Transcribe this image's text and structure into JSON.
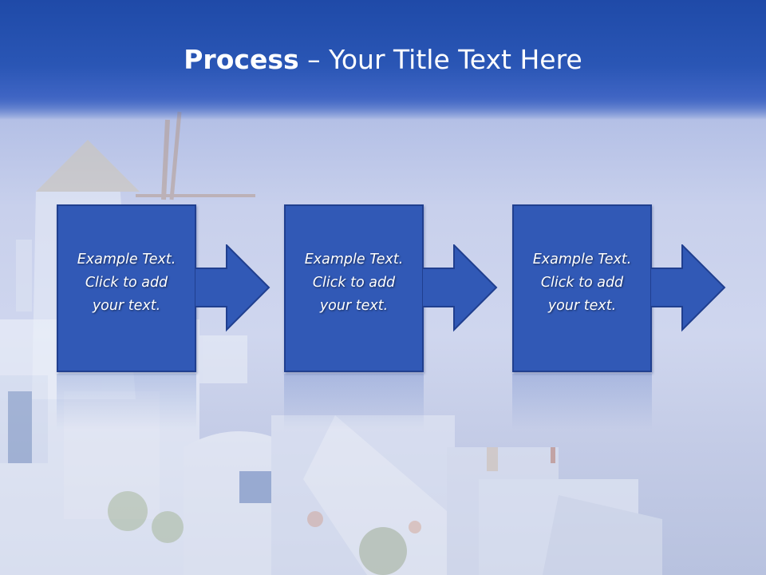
{
  "title": {
    "bold": "Process",
    "dash": " – ",
    "rest": "Your Title Text Here"
  },
  "steps": [
    {
      "line1": "Example Text.",
      "line2": "Click  to add",
      "line3": "your text."
    },
    {
      "line1": "Example Text.",
      "line2": "Click  to add",
      "line3": "your text."
    },
    {
      "line1": "Example Text.",
      "line2": "Click  to add",
      "line3": "your text."
    }
  ],
  "colors": {
    "header": "#2a56b5",
    "box": "#3159b6",
    "box_border": "#203f8f",
    "text": "#ffffff"
  }
}
